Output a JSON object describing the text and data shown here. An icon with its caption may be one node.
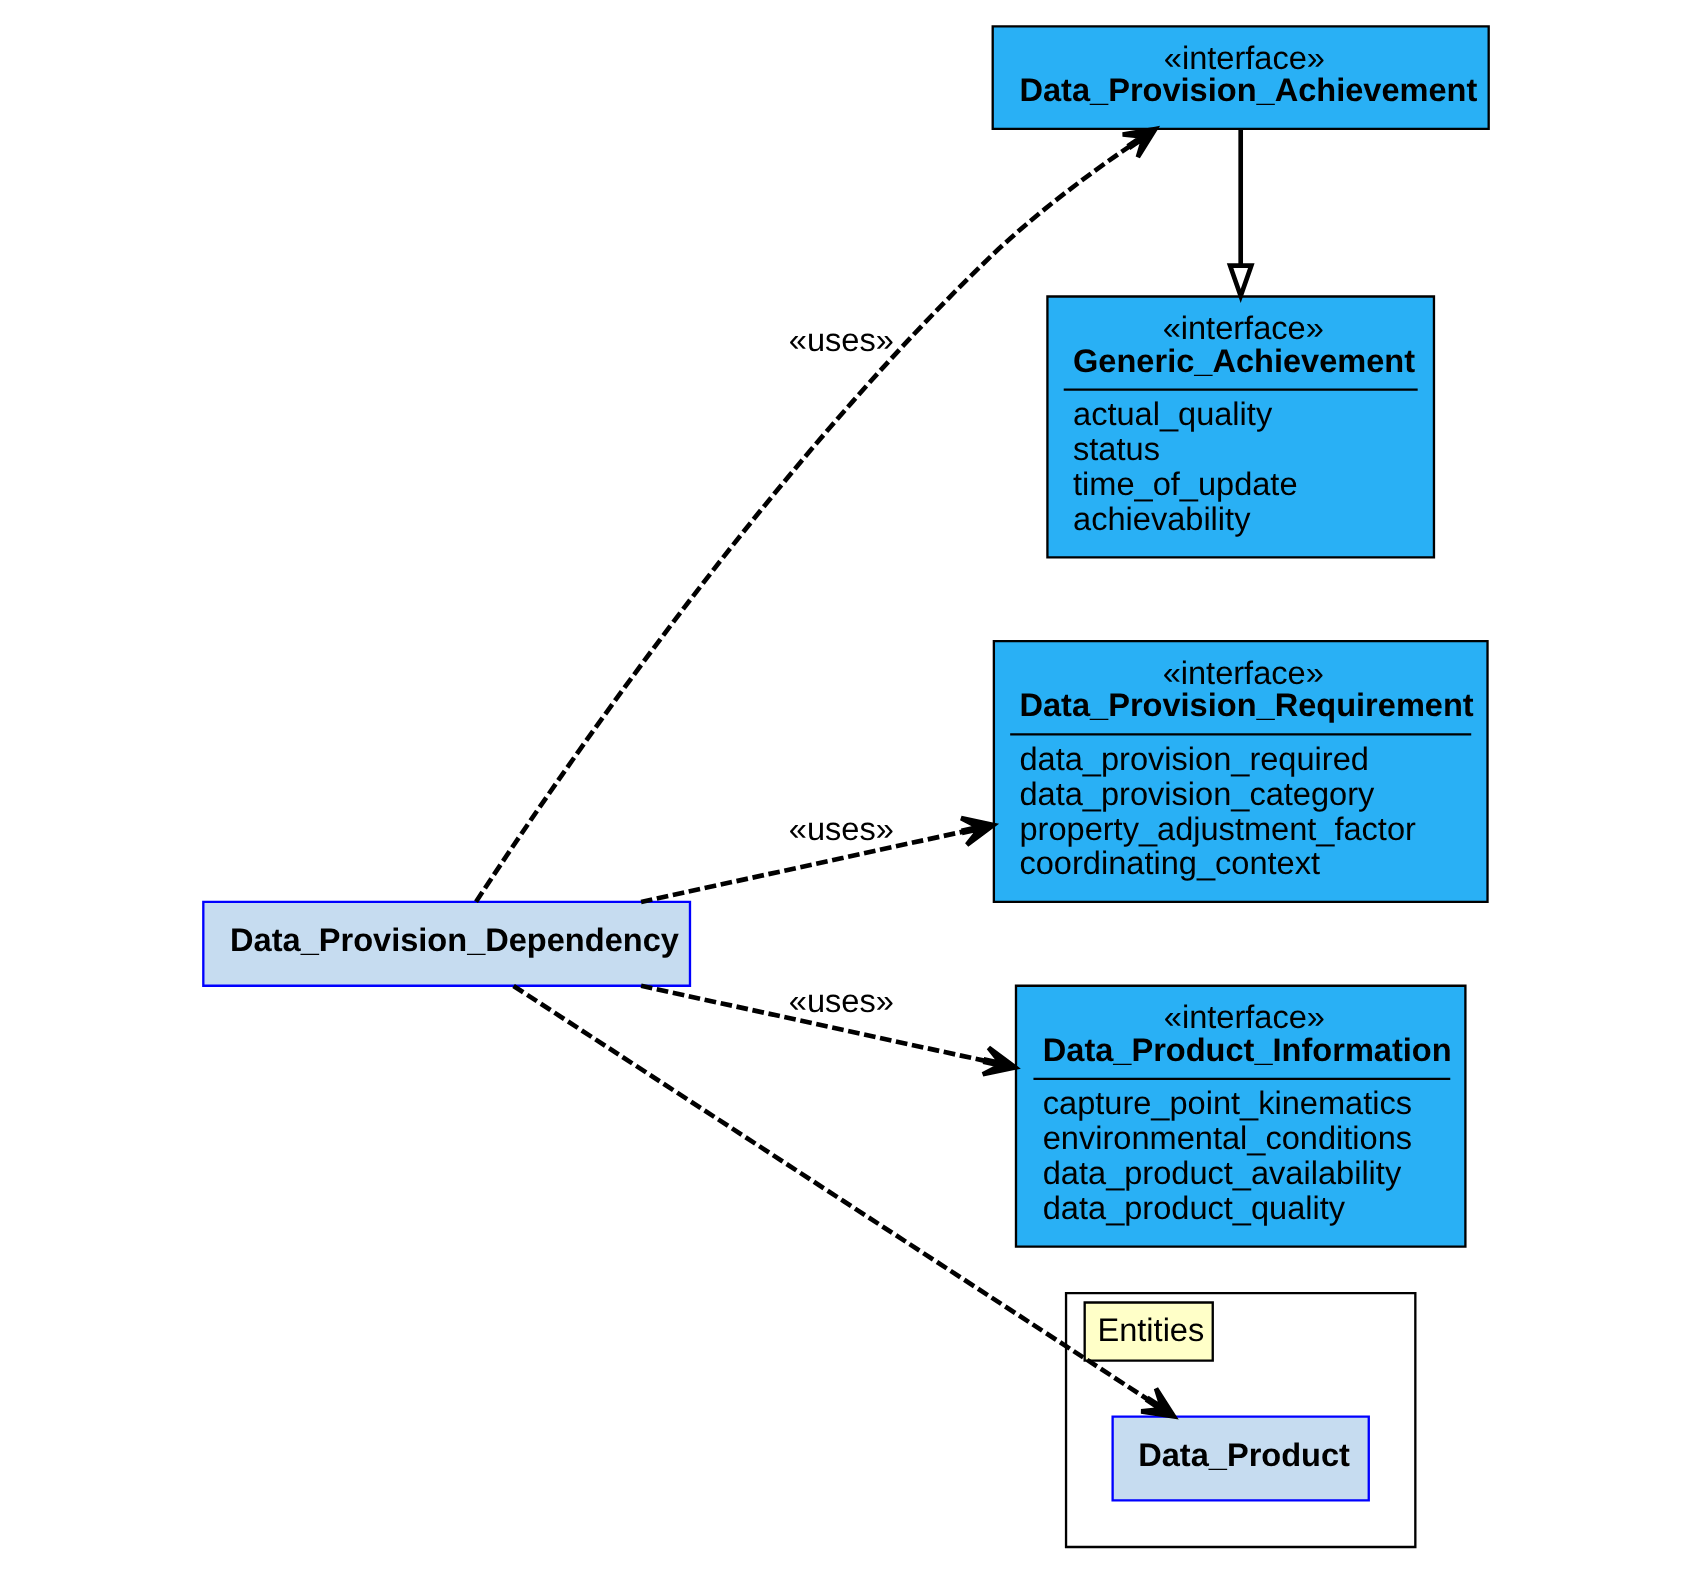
{
  "diagram": {
    "nodes": [
      {
        "text": [
          "«interface»",
          "Generic_Achievement",
          "actual_quality",
          "status",
          "time_of_update",
          "achievability"
        ]
      },
      {
        "text": [
          "«interface»",
          "Data_Provision_Achievement"
        ]
      },
      {
        "text": [
          "«interface»",
          "Data_Provision_Requirement",
          "data_provision_required",
          "data_provision_category",
          "property_adjustment_factor",
          "coordinating_context"
        ]
      },
      {
        "text": [
          "Data_Provision_Dependency"
        ]
      },
      {
        "text": [
          "«interface»",
          "Data_Product_Information",
          "capture_point_kinematics",
          "environmental_conditions",
          "data_product_availability",
          "data_product_quality"
        ]
      },
      {
        "text": [
          "Entities"
        ]
      },
      {
        "text": [
          "Data_Product"
        ],
        "in": 5
      }
    ],
    "edges": [
      {
        "from": 1,
        "to": 0,
        "arrow": "to"
      },
      {
        "from": 3,
        "to": 1,
        "arrow": "to",
        "label": "«uses»",
        "style": "dashed"
      },
      {
        "from": 3,
        "to": 2,
        "arrow": "to",
        "label": "«uses»",
        "style": "dashed"
      },
      {
        "from": 3,
        "to": 4,
        "arrow": "to",
        "label": "«uses»",
        "style": "dashed"
      },
      {
        "from": 3,
        "to": 6,
        "arrow": "to",
        "style": "dashed"
      }
    ]
  }
}
